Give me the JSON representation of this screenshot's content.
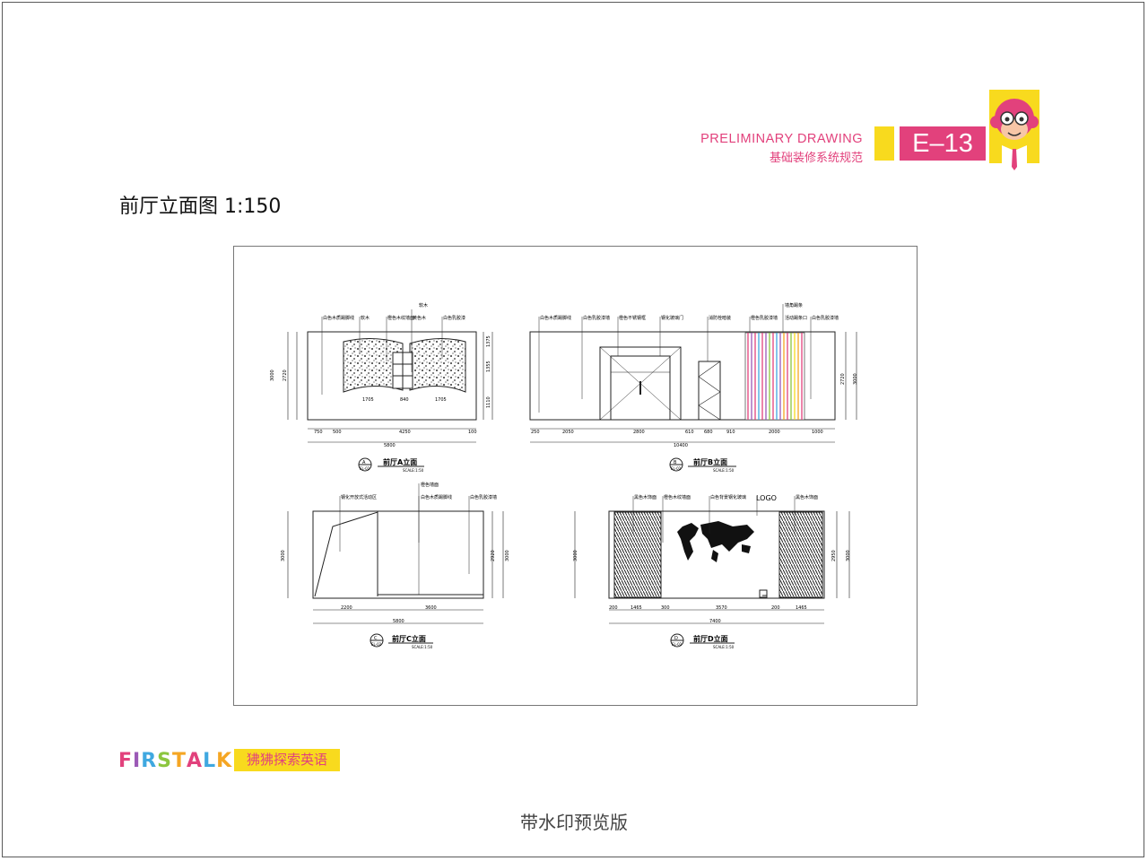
{
  "header": {
    "title_en": "PRELIMINARY DRAWING",
    "title_cn": "基础装修系统规范",
    "code": "E–13",
    "accent_color": "#e2417c",
    "yellow_color": "#f8da1e",
    "mascot_icon": "monkey-mascot-icon"
  },
  "page_title": "前厅立面图 1:150",
  "drawings": {
    "a": {
      "title": "前厅A立面",
      "scale": "SCALE:1:50",
      "marker_top": "A",
      "marker_bottom": "EL-02",
      "callouts": [
        "白色木质踢脚线",
        "软木",
        "橙色木纹墙面",
        "软木",
        "黄色木",
        "白色乳胶漆"
      ],
      "dims_bottom": [
        "750",
        "500",
        "4250",
        "100"
      ],
      "dims_total": "5800",
      "dims_inner": [
        "1705",
        "840",
        "1705"
      ],
      "dims_left": [
        "3000",
        "2720"
      ],
      "dims_right": [
        "1375",
        "1355",
        "1110"
      ]
    },
    "b": {
      "title": "前厅B立面",
      "scale": "SCALE:1:50",
      "marker_top": "B",
      "marker_bottom": "EL-02",
      "callouts": [
        "白色木质踢脚线",
        "白色乳胶漆墙",
        "橙色不锈钢框",
        "钢化玻璃门",
        "消防栓暗装",
        "墙角踢条",
        "橙色乳胶漆墙",
        "活动踢条口",
        "白色乳胶漆墙"
      ],
      "dims_bottom": [
        "250",
        "2050",
        "2800",
        "610",
        "680",
        "910",
        "2000",
        "1000"
      ],
      "dims_total": "10400",
      "dims_right": [
        "2720",
        "3000"
      ]
    },
    "c": {
      "title": "前厅C立面",
      "scale": "SCALE:1:50",
      "marker_top": "C",
      "marker_bottom": "EL-02",
      "callouts": [
        "钢化开放式活动区",
        "橙色墙面",
        "白色木质踢脚线",
        "白色乳胶漆墙"
      ],
      "dims_bottom": [
        "2200",
        "3600"
      ],
      "dims_total": "5800",
      "dims_left": [
        "3000"
      ],
      "dims_right": [
        "2920",
        "3000"
      ]
    },
    "d": {
      "title": "前厅D立面",
      "scale": "SCALE:1:50",
      "marker_top": "D",
      "marker_bottom": "EL-02",
      "callouts": [
        "黑色木饰面",
        "橙色木纹墙面",
        "白色背景钢化玻璃",
        "LOGO",
        "黑色木饰面"
      ],
      "dims_bottom": [
        "200",
        "1465",
        "300",
        "3570",
        "200",
        "1465"
      ],
      "dims_total": "7400",
      "dims_left": [
        "3000"
      ],
      "dims_right": [
        "2950",
        "3000"
      ]
    }
  },
  "footer": {
    "brand_letters": [
      "F",
      "I",
      "R",
      "S",
      "T",
      "A",
      "L",
      "K"
    ],
    "brand_colors": [
      "#e2417c",
      "#9b59b6",
      "#3fa8e0",
      "#8cc63f",
      "#f5a623",
      "#e2417c",
      "#3fa8e0",
      "#f5a623"
    ],
    "brand_cn": "狒狒探索英语",
    "watermark": "带水印预览版"
  }
}
